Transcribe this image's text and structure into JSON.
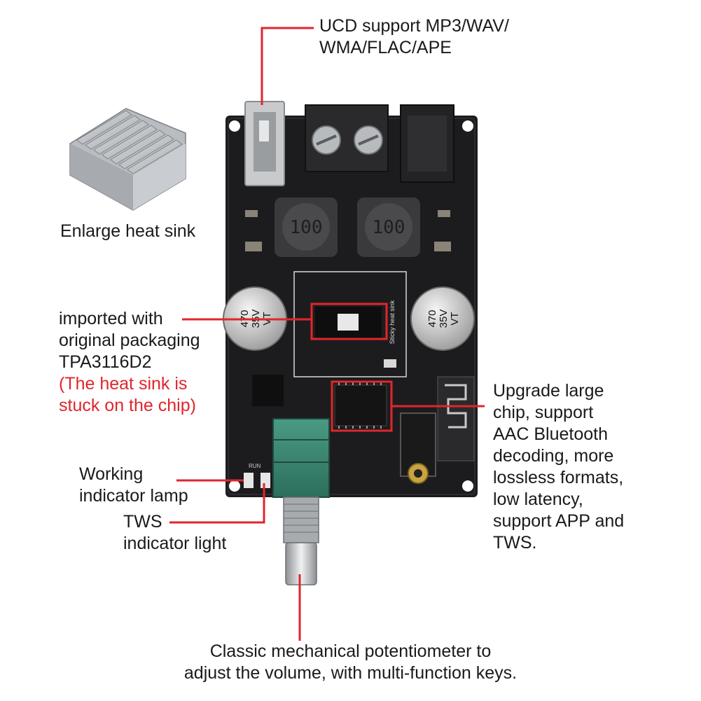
{
  "callouts": {
    "usb": {
      "lines": [
        "UCD support MP3/WAV/",
        "WMA/FLAC/APE"
      ]
    },
    "heatsink": {
      "lines": [
        "Enlarge heat sink"
      ]
    },
    "chip": {
      "lines": [
        "imported with",
        "original packaging",
        "TPA3116D2"
      ],
      "note_lines": [
        "(The heat sink is",
        "stuck on the chip)"
      ]
    },
    "bluetooth": {
      "lines": [
        "Upgrade large",
        "chip, support",
        "AAC Bluetooth",
        "decoding, more",
        "lossless formats,",
        "low latency,",
        "support APP and",
        "TWS."
      ]
    },
    "working_lamp": {
      "lines": [
        "Working",
        "indicator lamp"
      ]
    },
    "tws_light": {
      "lines": [
        "TWS",
        "indicator light"
      ]
    },
    "potentiometer": {
      "lines": [
        "Classic mechanical potentiometer to",
        "adjust the volume, with multi-function keys."
      ]
    }
  },
  "board_markings": {
    "inductor_left": "100",
    "inductor_right": "100",
    "cap_left": [
      "470",
      "35V",
      "VT"
    ],
    "cap_right": [
      "470",
      "35V",
      "VT"
    ],
    "sticky_heat_sink": "Sticky heat sink",
    "run_label": "RUN"
  },
  "colors": {
    "leader_line": "#e0262b",
    "board": "#1c1c1e",
    "note_text": "#e0262b"
  }
}
